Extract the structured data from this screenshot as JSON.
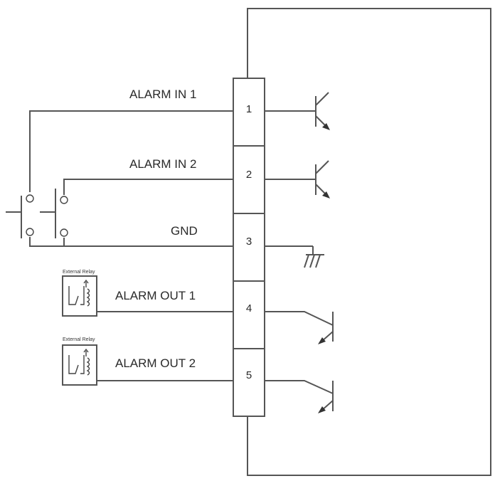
{
  "labels": {
    "alarm_in_1": "ALARM IN 1",
    "alarm_in_2": "ALARM IN 2",
    "gnd": "GND",
    "alarm_out_1": "ALARM OUT 1",
    "alarm_out_2": "ALARM OUT 2"
  },
  "relay_label": "External Relay",
  "pins": [
    "1",
    "2",
    "3",
    "4",
    "5"
  ],
  "colors": {
    "line": "#555555",
    "text": "#2a2a2a",
    "background": "#ffffff"
  }
}
